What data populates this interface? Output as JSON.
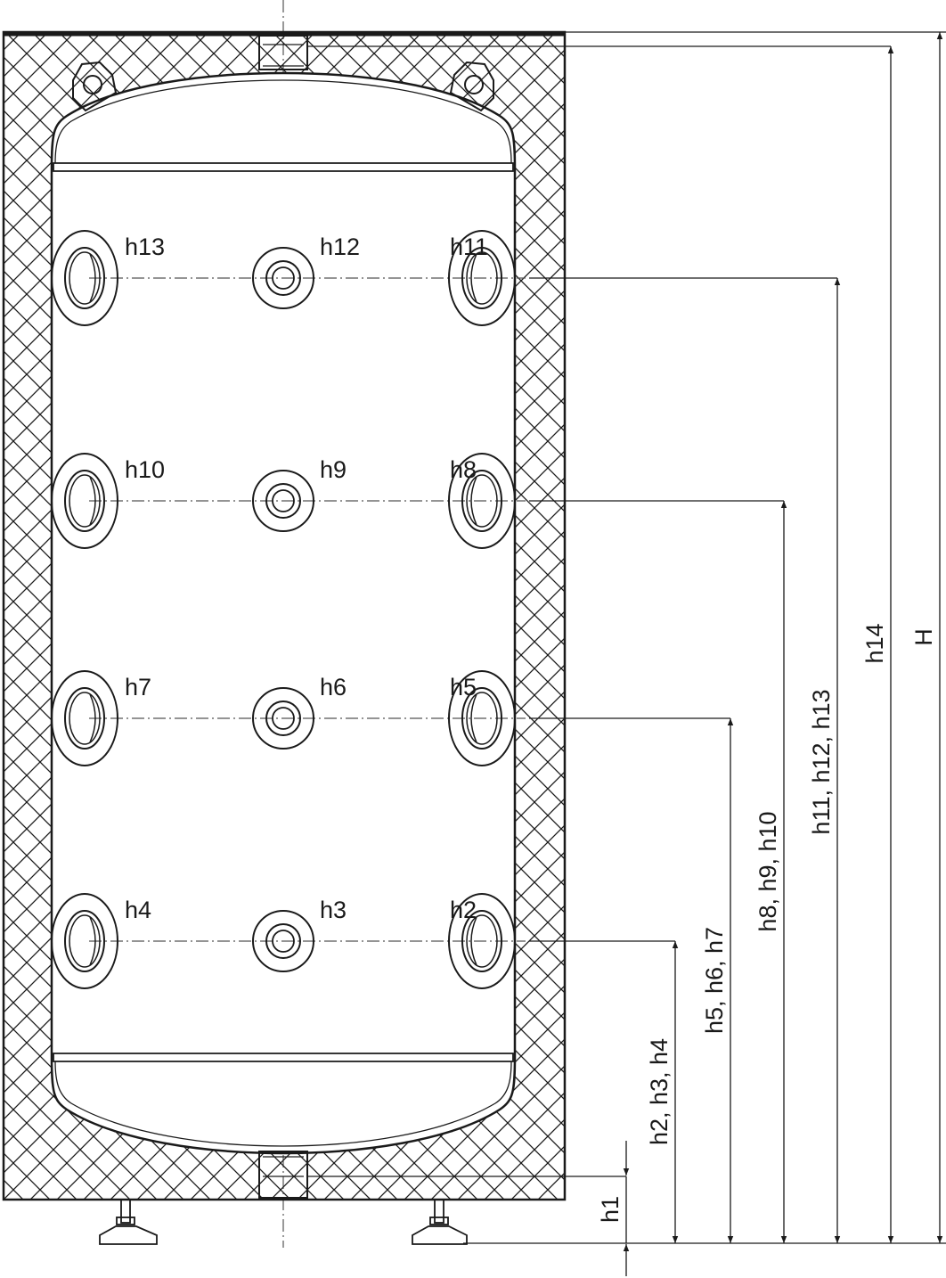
{
  "ports": [
    {
      "id": "h13",
      "label": "h13",
      "row": 0,
      "col": "left"
    },
    {
      "id": "h12",
      "label": "h12",
      "row": 0,
      "col": "center"
    },
    {
      "id": "h11",
      "label": "h11",
      "row": 0,
      "col": "right"
    },
    {
      "id": "h10",
      "label": "h10",
      "row": 1,
      "col": "left"
    },
    {
      "id": "h9",
      "label": "h9",
      "row": 1,
      "col": "center"
    },
    {
      "id": "h8",
      "label": "h8",
      "row": 1,
      "col": "right"
    },
    {
      "id": "h7",
      "label": "h7",
      "row": 2,
      "col": "left"
    },
    {
      "id": "h6",
      "label": "h6",
      "row": 2,
      "col": "center"
    },
    {
      "id": "h5",
      "label": "h5",
      "row": 2,
      "col": "right"
    },
    {
      "id": "h4",
      "label": "h4",
      "row": 3,
      "col": "left"
    },
    {
      "id": "h3",
      "label": "h3",
      "row": 3,
      "col": "center"
    },
    {
      "id": "h2",
      "label": "h2",
      "row": 3,
      "col": "right"
    }
  ],
  "dimensions": [
    {
      "id": "h1",
      "label": "h1"
    },
    {
      "id": "h2-h4",
      "label": "h2, h3, h4"
    },
    {
      "id": "h5-h7",
      "label": "h5, h6, h7"
    },
    {
      "id": "h8-h10",
      "label": "h8, h9, h10"
    },
    {
      "id": "h11-h13",
      "label": "h11, h12, h13"
    },
    {
      "id": "h14",
      "label": "h14"
    },
    {
      "id": "H",
      "label": "H"
    }
  ]
}
